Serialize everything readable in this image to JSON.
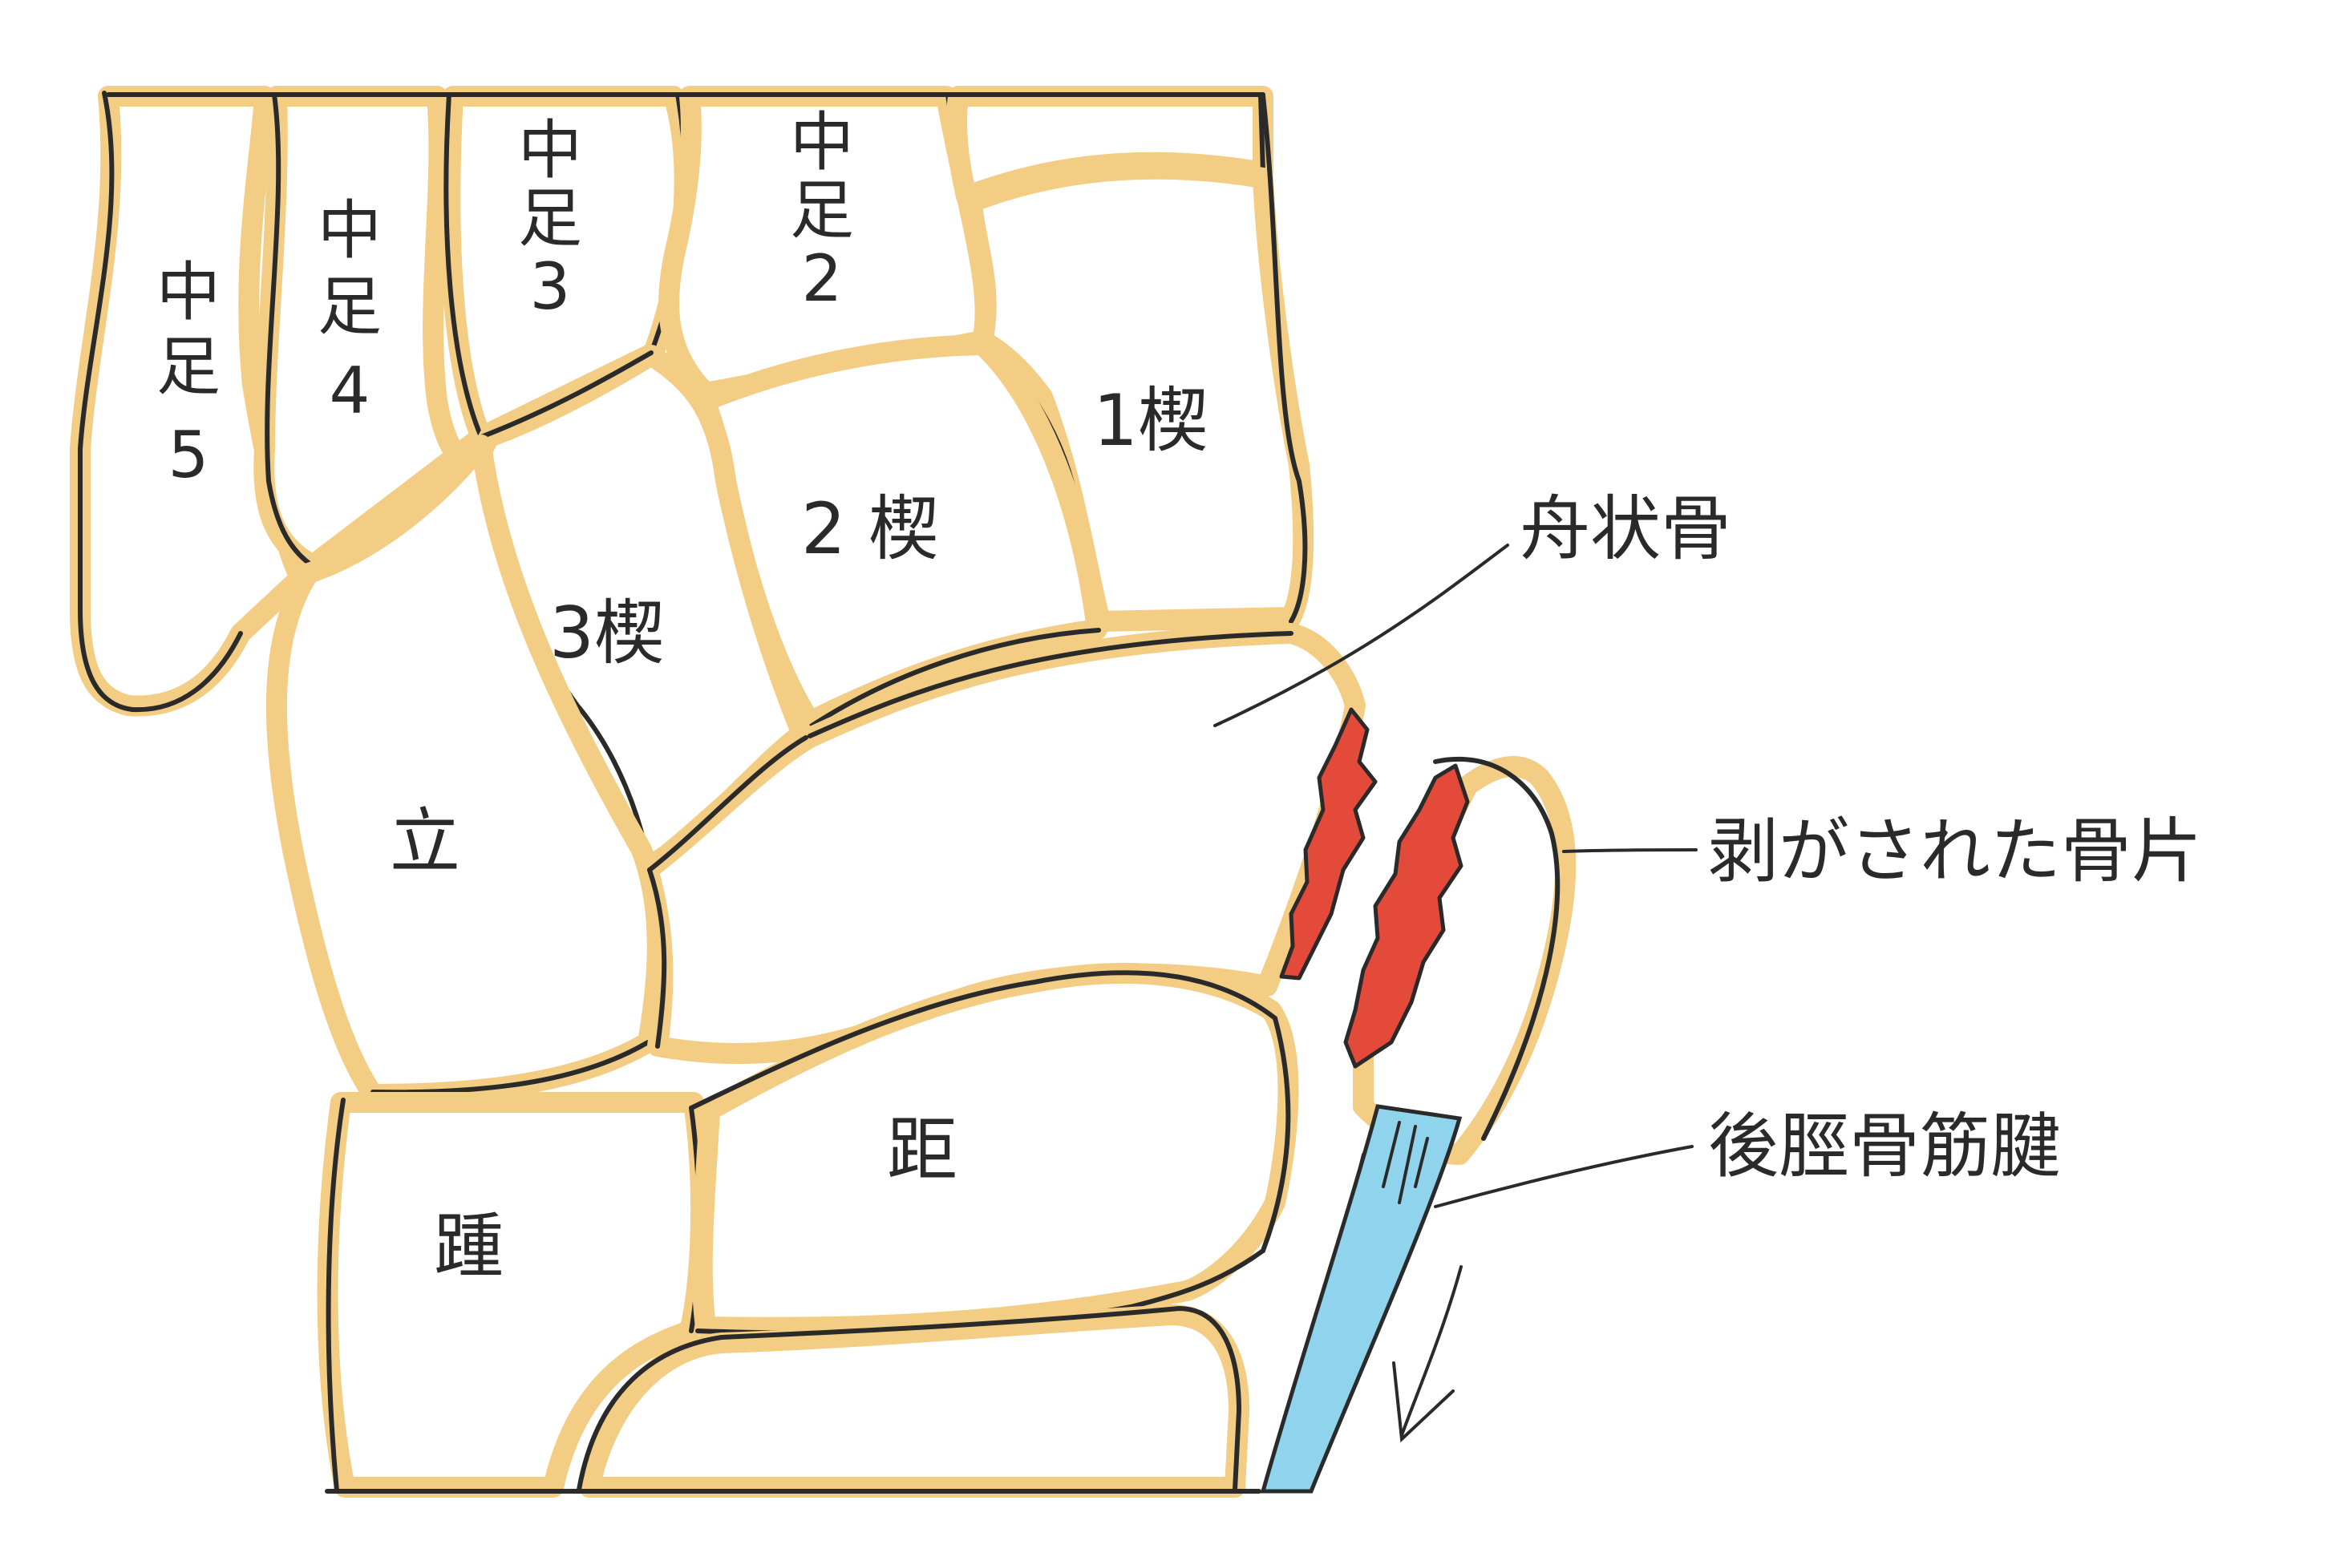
{
  "bones": {
    "metatarsal_5": [
      "中",
      "足",
      "5"
    ],
    "metatarsal_4": [
      "中",
      "足",
      "4"
    ],
    "metatarsal_3": [
      "中",
      "足",
      "3"
    ],
    "metatarsal_2": [
      "中",
      "足",
      "2"
    ],
    "cuneiform_1": "1楔",
    "cuneiform_2": "2 楔",
    "cuneiform_3": "3楔",
    "cuboid": "立",
    "talus": "距",
    "calcaneus": "踵"
  },
  "callouts": {
    "navicular": "舟状骨",
    "avulsed_fragment": "剥がされた骨片",
    "tibialis_posterior_tendon": "後脛骨筋腱"
  },
  "colors": {
    "bone_fill": "#ffffff",
    "bone_rim": "#f3cd84",
    "outline": "#2a2a2a",
    "fragment": "#e44a3a",
    "tendon": "#8fd3ec"
  }
}
